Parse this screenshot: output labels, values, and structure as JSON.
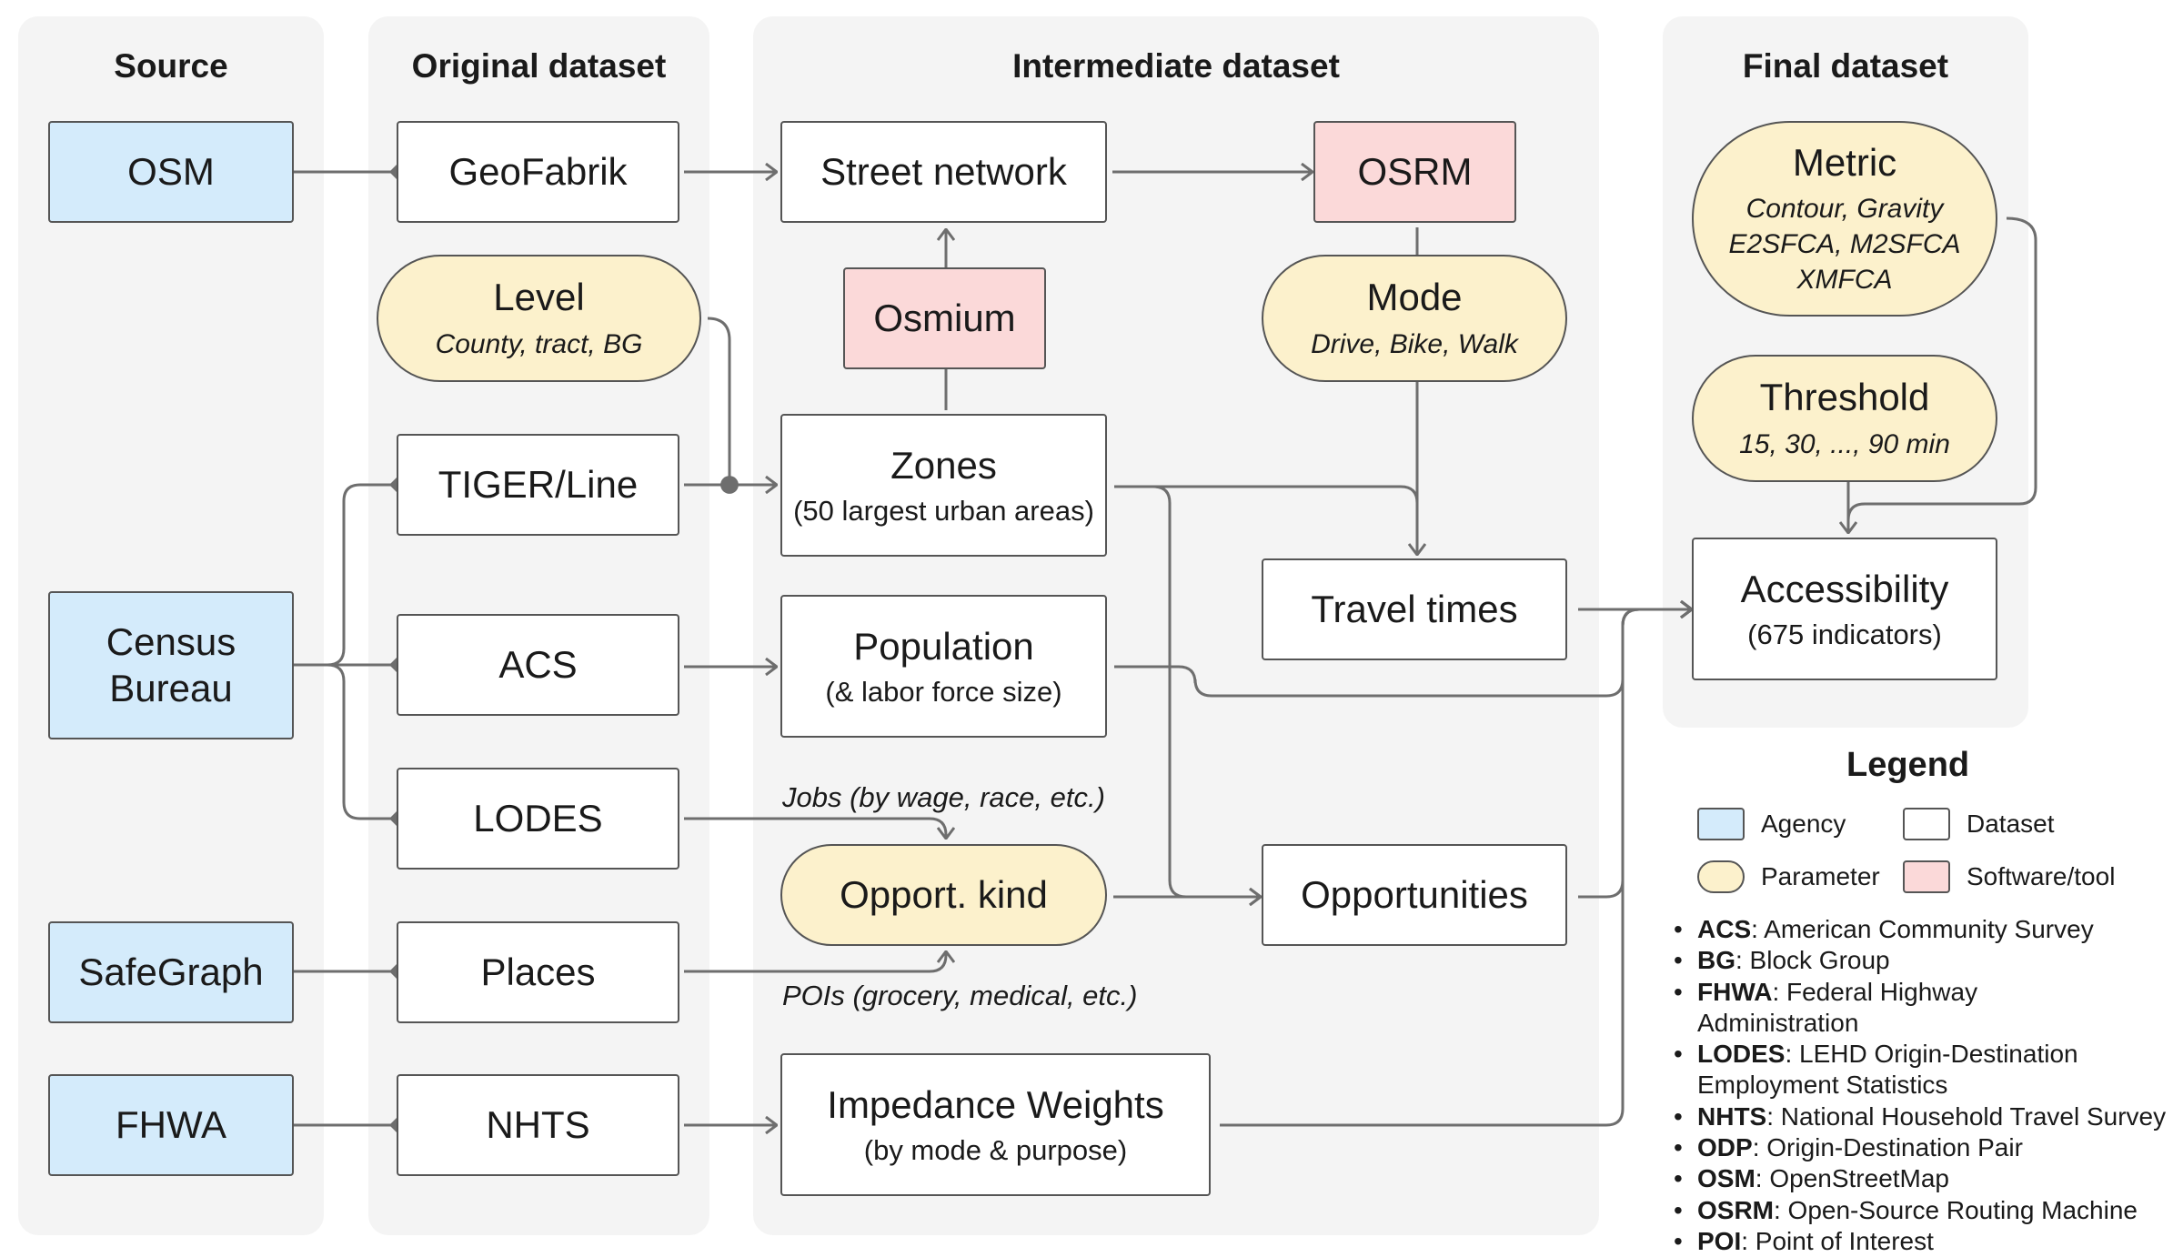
{
  "columns": {
    "source": "Source",
    "original": "Original dataset",
    "intermediate": "Intermediate dataset",
    "final": "Final dataset"
  },
  "nodes": {
    "osm": "OSM",
    "census": "Census\nBureau",
    "safegraph": "SafeGraph",
    "fhwa": "FHWA",
    "geofabrik": "GeoFabrik",
    "tiger": "TIGER/Line",
    "acs": "ACS",
    "lodes": "LODES",
    "places": "Places",
    "nhts": "NHTS",
    "level": {
      "title": "Level",
      "detail": "County, tract, BG"
    },
    "street_network": "Street network",
    "osmium": "Osmium",
    "zones": {
      "title": "Zones",
      "detail": "(50 largest urban areas)"
    },
    "population": {
      "title": "Population",
      "detail": "(& labor force size)"
    },
    "opport_kind": "Opport. kind",
    "impedance": {
      "title": "Impedance Weights",
      "detail": "(by mode & purpose)"
    },
    "osrm": "OSRM",
    "mode": {
      "title": "Mode",
      "detail": "Drive, Bike, Walk"
    },
    "travel_times": "Travel times",
    "opportunities": "Opportunities",
    "metric": {
      "title": "Metric",
      "detail": "Contour, Gravity\nE2SFCA, M2SFCA\nXMFCA"
    },
    "threshold": {
      "title": "Threshold",
      "detail": "15, 30, ..., 90 min"
    },
    "accessibility": {
      "title": "Accessibility",
      "detail": "(675 indicators)"
    }
  },
  "edge_labels": {
    "jobs": "Jobs (by wage, race, etc.)",
    "pois": "POIs (grocery, medical, etc.)"
  },
  "legend": {
    "title": "Legend",
    "agency": "Agency",
    "dataset": "Dataset",
    "parameter": "Parameter",
    "software": "Software/tool",
    "abbreviations": [
      {
        "abbr": "ACS",
        "text": ": American Community Survey"
      },
      {
        "abbr": "BG",
        "text": ": Block Group"
      },
      {
        "abbr": "FHWA",
        "text": ": Federal Highway Administration"
      },
      {
        "abbr": "LODES",
        "text": ": LEHD Origin-Destination Employment Statistics"
      },
      {
        "abbr": "NHTS",
        "text": ": National Household Travel Survey"
      },
      {
        "abbr": "ODP",
        "text": ": Origin-Destination Pair"
      },
      {
        "abbr": "OSM",
        "text": ": OpenStreetMap"
      },
      {
        "abbr": "OSRM",
        "text": ": Open-Source Routing Machine"
      },
      {
        "abbr": "POI",
        "text": ": Point of Interest"
      }
    ]
  },
  "colors": {
    "agency": "#d4ebfb",
    "dataset": "#ffffff",
    "parameter": "#fcf1cc",
    "software": "#fbd9d9",
    "panel": "#f4f4f4",
    "edge": "#6e6e6e"
  }
}
